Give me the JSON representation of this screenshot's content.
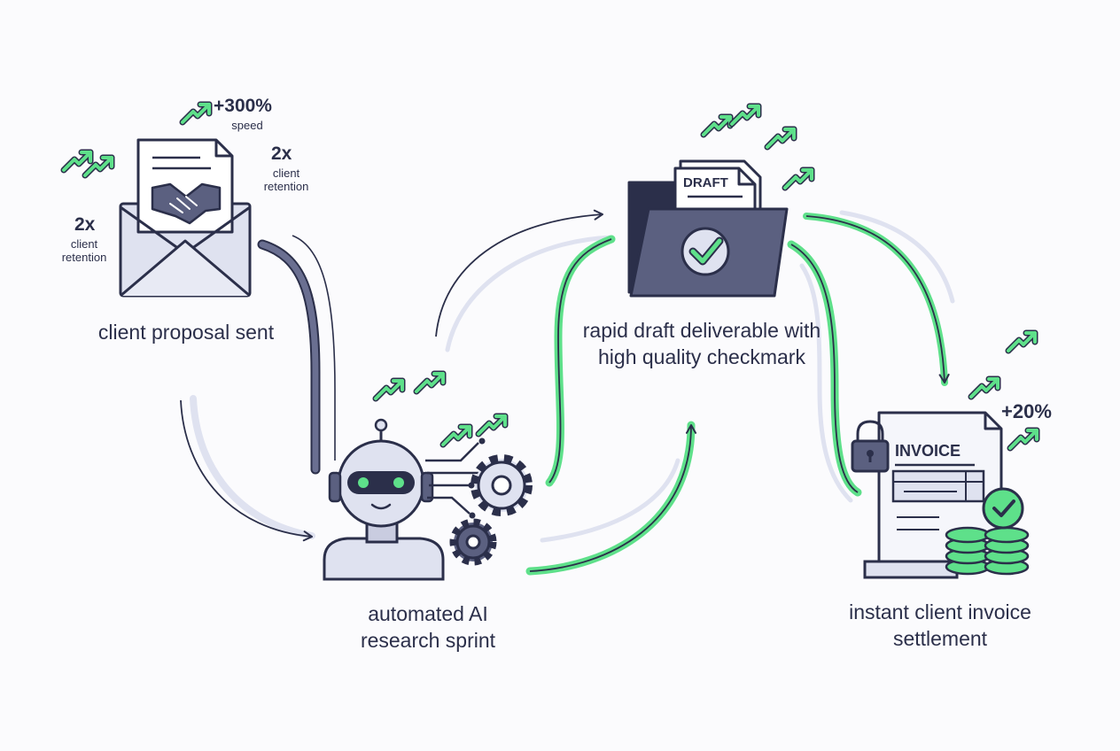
{
  "colors": {
    "navy": "#2b2f4a",
    "lavender": "#dfe2f0",
    "slate": "#5b6080",
    "green": "#5ee08a",
    "background": "#fbfbfd"
  },
  "steps": {
    "proposal": {
      "label": "client proposal sent",
      "icon": "envelope-handshake-icon",
      "stat_top_value": "+300%",
      "stat_top_caption": "speed",
      "stat_right_value": "2x",
      "stat_right_caption": "client retention",
      "stat_left_value": "2x",
      "stat_left_caption": "client retention"
    },
    "research": {
      "label": "automated AI research sprint",
      "icon": "robot-gears-icon"
    },
    "draft": {
      "label": "rapid draft deliverable with high quality checkmark",
      "icon": "folder-check-icon",
      "doc_label": "DRAFT"
    },
    "invoice": {
      "label": "instant client invoice settlement",
      "icon": "invoice-coins-icon",
      "doc_label": "INVOICE",
      "stat_value": "+20%"
    }
  }
}
